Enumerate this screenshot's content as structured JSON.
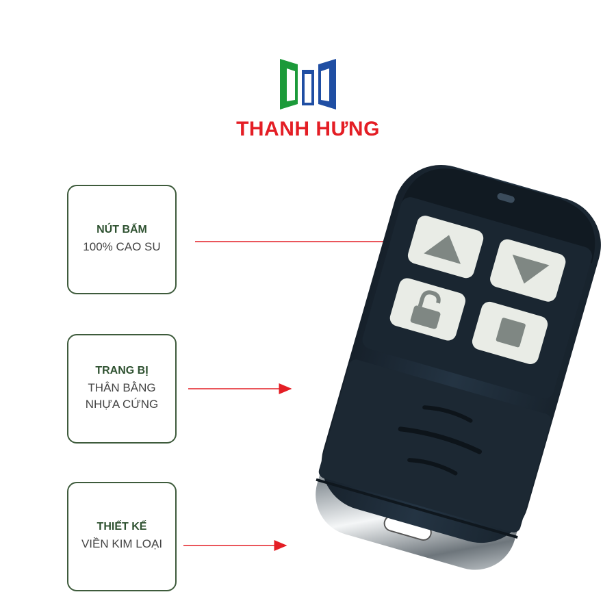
{
  "brand": {
    "name": "THANH HƯNG"
  },
  "features": [
    {
      "title": "NÚT BẤM",
      "lines": [
        "100% CAO SU"
      ]
    },
    {
      "title": "TRANG BỊ",
      "lines": [
        "THÂN BẰNG",
        "NHỰA CỨNG"
      ]
    },
    {
      "title": "THIẾT KẾ",
      "lines": [
        "VIỀN KIM LOẠI"
      ]
    }
  ],
  "colors": {
    "brand_red": "#e41e25",
    "title_green": "#2e5130",
    "border_green": "#3e5b3c",
    "arrow_red": "#e41e25",
    "remote_body": "#1f2c38"
  },
  "remote": {
    "buttons": [
      "up-arrow-icon",
      "down-arrow-icon",
      "unlock-icon",
      "stop-icon"
    ]
  }
}
